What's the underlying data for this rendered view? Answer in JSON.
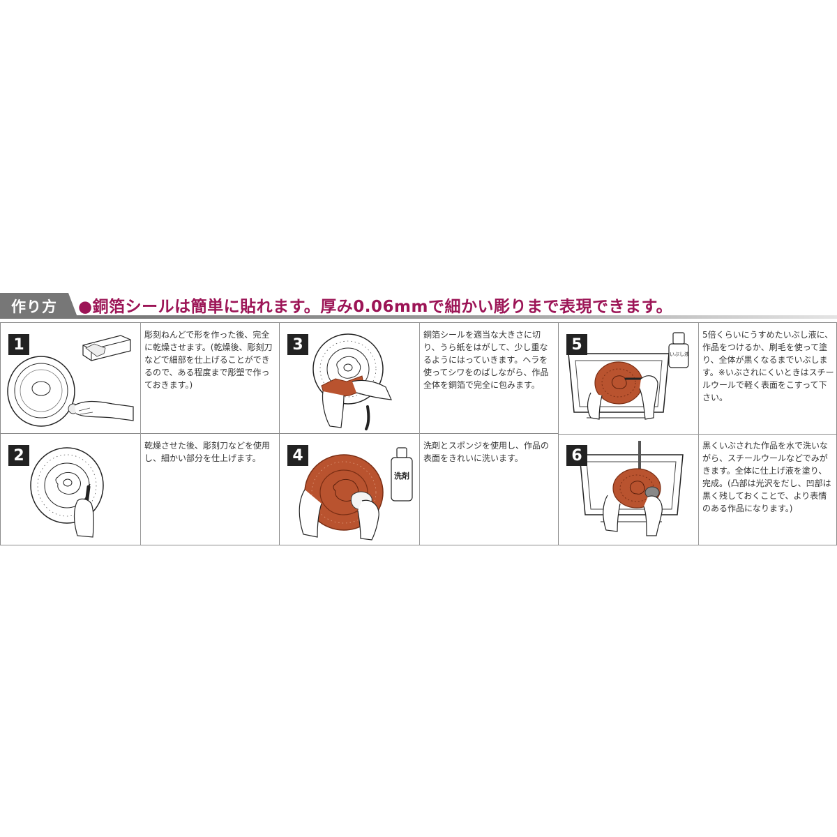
{
  "header": {
    "tab_label": "作り方",
    "title": "●銅箔シールは簡単に貼れます。厚み0.06mmで細かい彫りまで表現できます。"
  },
  "steps": [
    {
      "num": "1",
      "text": "彫刻ねんどで形を作った後、完全に乾燥させます。(乾燥後、彫刻刀などで細部を仕上げることができるので、ある程度まで彫塑で作っておきます。)"
    },
    {
      "num": "2",
      "text": "乾燥させた後、彫刻刀などを使用し、細かい部分を仕上げます。"
    },
    {
      "num": "3",
      "text": "銅箔シールを適当な大きさに切り、うら紙をはがして、少し重なるようにはっていきます。ヘラを使ってシワをのばしながら、作品全体を銅箔で完全に包みます。"
    },
    {
      "num": "4",
      "text": "洗剤とスポンジを使用し、作品の表面をきれいに洗います。",
      "bottle_label": "洗剤"
    },
    {
      "num": "5",
      "text": "5倍くらいにうすめたいぶし液に、作品をつけるか、刷毛を使って塗り、全体が黒くなるまでいぶします。※いぶされにくいときはスチールウールで軽く表面をこすって下さい。",
      "bottle_label": "いぶし液"
    },
    {
      "num": "6",
      "text": "黒くいぶされた作品を水で洗いながら、スチールウールなどでみがきます。全体に仕上げ液を塗り、完成。(凸部は光沢をだし、凹部は黒く残しておくことで、より表情のある作品になります。)"
    }
  ],
  "colors": {
    "accent": "#9c1456",
    "copper": "#b9532f",
    "copper_dark": "#7a2e14",
    "tab": "#777777"
  }
}
